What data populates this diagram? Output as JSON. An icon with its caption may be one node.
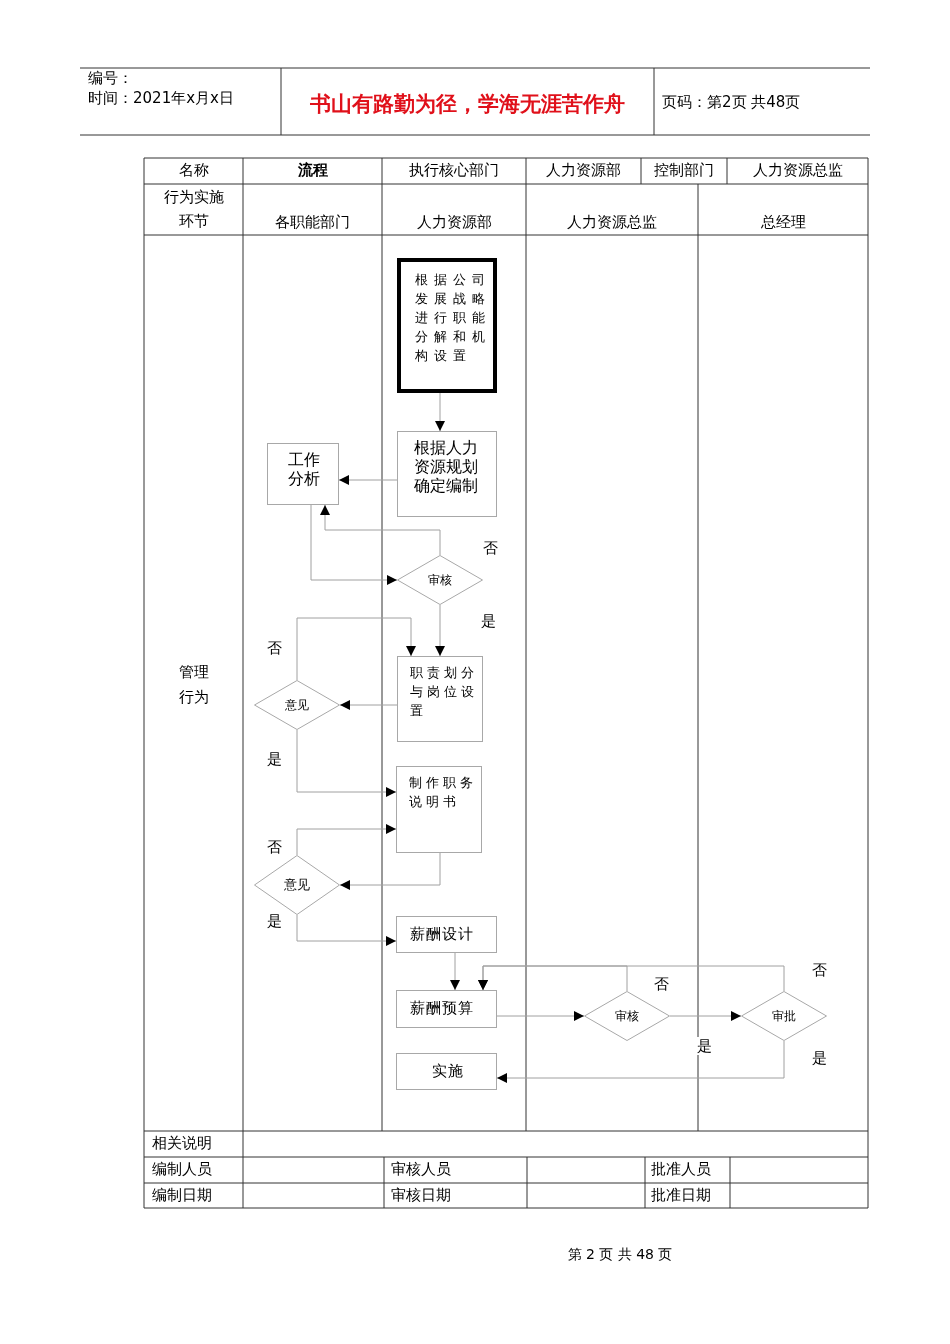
{
  "diagram": {
    "nodes": [
      {
        "text": [
          "根据公司发展战略进行职能分解和机构设置"
        ]
      },
      {
        "text": [
          "根据人力资源规划确定编制"
        ]
      },
      {
        "text": [
          "工作分析"
        ]
      },
      {
        "text": [
          "审核"
        ]
      },
      {
        "text": [
          "职责划分与岗位设置"
        ]
      },
      {
        "text": [
          "意见"
        ]
      },
      {
        "text": [
          "制作职务说明书"
        ]
      },
      {
        "text": [
          "意见"
        ]
      },
      {
        "text": [
          "薪酬设计"
        ]
      },
      {
        "text": [
          "薪酬预算"
        ]
      },
      {
        "text": [
          "审核"
        ]
      },
      {
        "text": [
          "审批"
        ]
      },
      {
        "text": [
          "实施"
        ]
      }
    ],
    "edges": [
      {
        "from": 0,
        "to": 1,
        "arrow": "to"
      },
      {
        "from": 1,
        "to": 2,
        "arrow": "to"
      },
      {
        "from": 2,
        "to": 3,
        "arrow": "to"
      },
      {
        "from": 3,
        "to": 2,
        "arrow": "to",
        "label": "否"
      },
      {
        "from": 3,
        "to": 4,
        "arrow": "to",
        "label": "是"
      },
      {
        "from": 4,
        "to": 5,
        "arrow": "to"
      },
      {
        "from": 5,
        "to": 4,
        "arrow": "to",
        "label": "否"
      },
      {
        "from": 5,
        "to": 6,
        "arrow": "to",
        "label": "是"
      },
      {
        "from": 6,
        "to": 7,
        "arrow": "to"
      },
      {
        "from": 7,
        "to": 6,
        "arrow": "to",
        "label": "否"
      },
      {
        "from": 7,
        "to": 8,
        "arrow": "to",
        "label": "是"
      },
      {
        "from": 8,
        "to": 9,
        "arrow": "to"
      },
      {
        "from": 9,
        "to": 10,
        "arrow": "to"
      },
      {
        "from": 10,
        "to": 9,
        "arrow": "to",
        "label": "否"
      },
      {
        "from": 11,
        "to": 9,
        "arrow": "to",
        "label": "否"
      },
      {
        "from": 10,
        "to": 11,
        "arrow": "to",
        "label": "是"
      },
      {
        "from": 11,
        "to": 12,
        "arrow": "to",
        "label": "是"
      }
    ],
    "labels": [
      "编号：",
      "时间：2021年x月x日",
      "书山有路勤为径，学海无涯苦作舟",
      "页码：第2页 共48页",
      "名称",
      "流程",
      "执行核心部门",
      "人力资源部",
      "控制部门",
      "人力资源总监",
      "行为实施环节",
      "各职能部门",
      "人力资源部",
      "人力资源总监",
      "总经理",
      "管理行为",
      "相关说明",
      "编制人员",
      "审核人员",
      "批准人员",
      "编制日期",
      "审核日期",
      "批准日期",
      "第 2 页 共 48 页"
    ]
  }
}
